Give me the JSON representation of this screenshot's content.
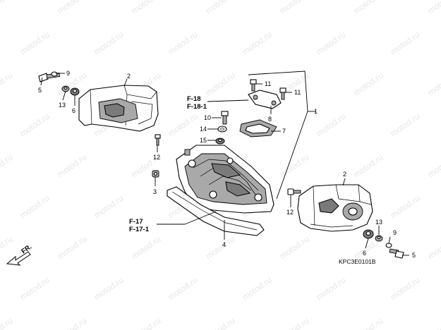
{
  "watermark": "motod.ru",
  "diagram_code": "KPC3E0101B",
  "front_marker": "FR.",
  "callouts": {
    "c1": "1",
    "c2a": "2",
    "c2b": "2",
    "c3": "3",
    "c4": "4",
    "c5a": "5",
    "c5b": "5",
    "c6a": "6",
    "c6b": "6",
    "c7": "7",
    "c8": "8",
    "c9a": "9",
    "c9b": "9",
    "c10": "10",
    "c11a": "11",
    "c11b": "11",
    "c12a": "12",
    "c12b": "12",
    "c13a": "13",
    "c13b": "13",
    "c14": "14",
    "c15": "15"
  },
  "references": {
    "f18": "F-18",
    "f18_1": "F-18-1",
    "f17": "F-17",
    "f17_1": "F-17-1"
  }
}
